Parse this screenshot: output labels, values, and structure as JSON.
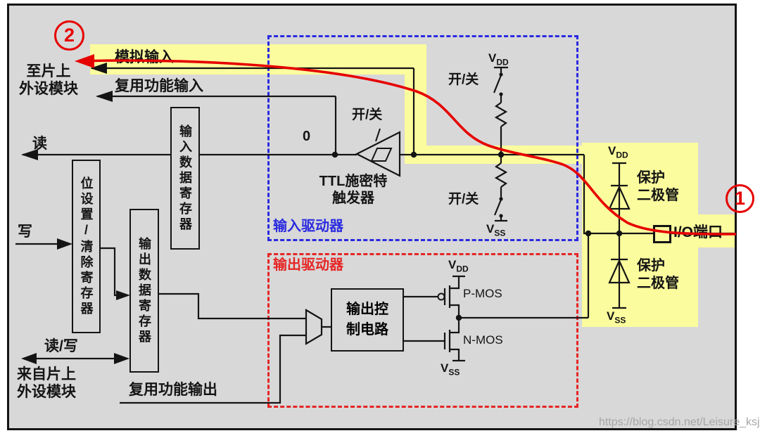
{
  "colors": {
    "frame_background": "#d8d8d8",
    "highlight_yellow": "#fbfc9d",
    "wire_black": "#141414",
    "accent_red": "#e60000",
    "accent_blue": "#2a2ae0",
    "watermark_gray": "#a6a6a6"
  },
  "badges": {
    "one": "1",
    "two": "2"
  },
  "left_labels": {
    "to_onchip_peripheral": "至片上\n外设模块",
    "analog_input": "模拟输入",
    "alt_func_input": "复用功能输入",
    "read": "读",
    "write": "写",
    "read_write": "读/写",
    "from_onchip_peripheral": "来自片上\n外设模块",
    "alt_func_output": "复用功能输出"
  },
  "registers": {
    "bit_set_clear": "位设置/清除寄存器",
    "input_data": "输入数据寄存器",
    "output_data": "输出数据寄存器"
  },
  "input_driver": {
    "region_label": "输入驱动器",
    "bit_zero": "0",
    "schmitt_trigger": "TTL施密特\n触发器",
    "schmitt_switch": "开/关",
    "pullup_switch": "开/关",
    "pulldown_switch": "开/关"
  },
  "output_driver": {
    "region_label": "输出驱动器",
    "control_circuit": "输出控\n制电路",
    "pmos": "P-MOS",
    "nmos": "N-MOS"
  },
  "io_section": {
    "pad_label": "I/O端口",
    "protection_diode_top": "保护\n二极管",
    "protection_diode_bottom": "保护\n二极管"
  },
  "rails": {
    "vdd": {
      "base": "V",
      "sub": "DD"
    },
    "vss": {
      "base": "V",
      "sub": "SS"
    }
  },
  "watermark": "https://blog.csdn.net/Leisure_ksj"
}
